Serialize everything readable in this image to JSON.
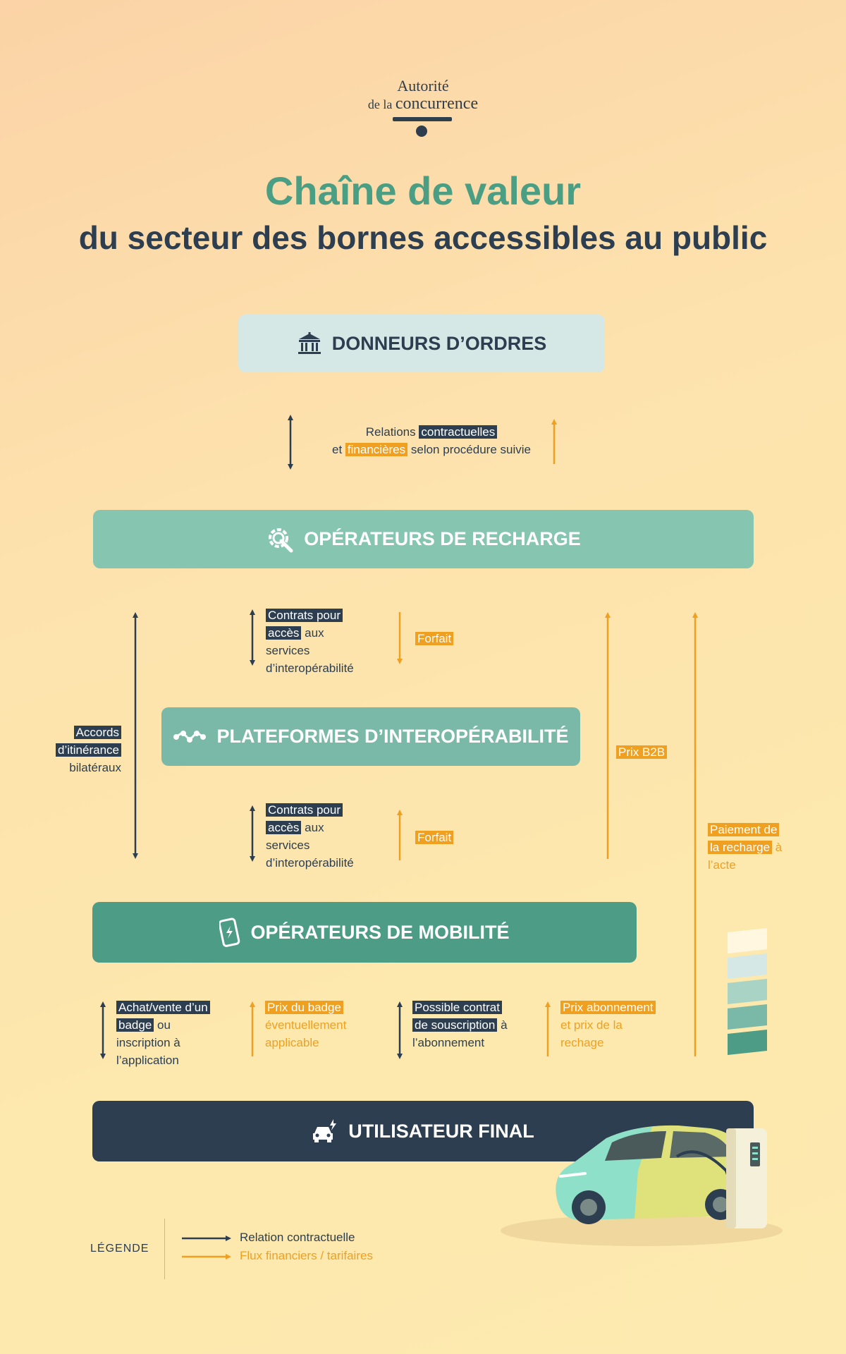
{
  "logo": {
    "line1": "Autorité",
    "line2_prefix": "de la",
    "line2_word": "concurrence"
  },
  "title": {
    "main": "Chaîne de valeur",
    "subtitle": "du secteur des bornes accessibles au public"
  },
  "boxes": {
    "donneurs": {
      "label": "DONNEURS D’ORDRES",
      "icon": "building-icon"
    },
    "recharge": {
      "label": "OPÉRATEURS DE RECHARGE",
      "icon": "gear-wrench-icon"
    },
    "plateformes": {
      "label": "PLATEFORMES D’INTEROPÉRABILITÉ",
      "icon": "network-icon"
    },
    "mobilite": {
      "label": "OPÉRATEURS DE MOBILITÉ",
      "icon": "phone-charge-icon"
    },
    "final": {
      "label": "UTILISATEUR FINAL",
      "icon": "car-charge-icon"
    }
  },
  "labels": {
    "relations": {
      "a": "Relations",
      "b": "contractuelles",
      "c": "et",
      "d": "financières",
      "e": "selon procédure suivie"
    },
    "contrats1": {
      "a": "Contrats pour",
      "b": "accès",
      "c": "aux",
      "d": "services",
      "e": "d’interopérabilité"
    },
    "contrats2": {
      "a": "Contrats pour",
      "b": "accès",
      "c": "aux",
      "d": "services",
      "e": "d’interopérabilité"
    },
    "forfait1": "Forfait",
    "forfait2": "Forfait",
    "accords": {
      "a": "Accords",
      "b": "d’itinérance",
      "c": "bilatéraux"
    },
    "prix_b2b": "Prix B2B",
    "paiement": {
      "a": "Paiement de",
      "b": "la recharge",
      "c": "à",
      "d": "l’acte"
    },
    "achat": {
      "a": "Achat/vente d’un",
      "b": "badge",
      "c": "ou",
      "d": "inscription à",
      "e": "l’application"
    },
    "prix_badge": {
      "a": "Prix du badge",
      "b": "éventuellement",
      "c": "applicable"
    },
    "souscription": {
      "a": "Possible contrat",
      "b": "de souscription",
      "c": "à",
      "d": "l’abonnement"
    },
    "prix_abonnement": {
      "a": "Prix abonnement",
      "b": "et prix de la",
      "c": "rechage"
    }
  },
  "legend": {
    "title": "LÉGENDE",
    "contractual": "Relation contractuelle",
    "financial": "Flux financiers / tarifaires"
  },
  "colors": {
    "dark": "#2c3e50",
    "orange": "#f0a020",
    "teal": "#4d9c86"
  }
}
